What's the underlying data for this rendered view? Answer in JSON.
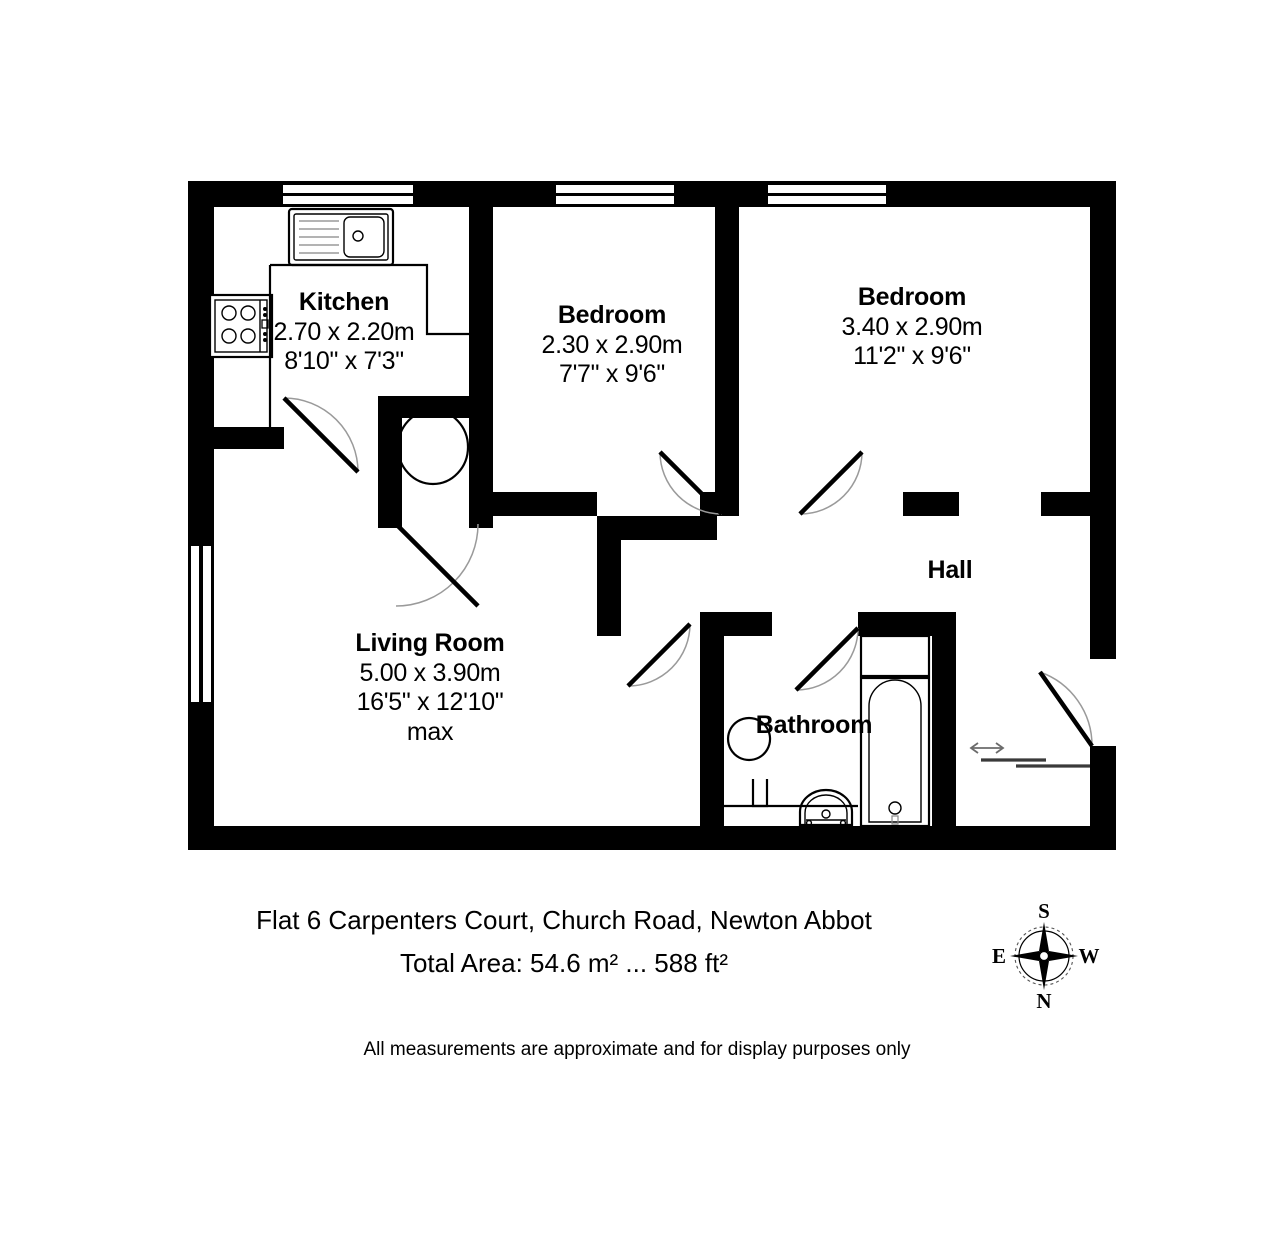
{
  "document": {
    "type": "floor-plan",
    "background_color": "#ffffff",
    "wall_color": "#000000"
  },
  "rooms": [
    {
      "id": "kitchen",
      "name": "Kitchen",
      "dim_metric": "2.70 x 2.20m",
      "dim_imperial": "8'10\" x 7'3\"",
      "note": ""
    },
    {
      "id": "bedroom-small",
      "name": "Bedroom",
      "dim_metric": "2.30 x 2.90m",
      "dim_imperial": "7'7\" x 9'6\"",
      "note": ""
    },
    {
      "id": "bedroom-large",
      "name": "Bedroom",
      "dim_metric": "3.40 x 2.90m",
      "dim_imperial": "11'2\" x 9'6\"",
      "note": ""
    },
    {
      "id": "living-room",
      "name": "Living Room",
      "dim_metric": "5.00 x 3.90m",
      "dim_imperial": "16'5\" x 12'10\"",
      "note": "max"
    },
    {
      "id": "hall",
      "name": "Hall",
      "dim_metric": "",
      "dim_imperial": "",
      "note": ""
    },
    {
      "id": "bathroom",
      "name": "Bathroom",
      "dim_metric": "",
      "dim_imperial": "",
      "note": ""
    }
  ],
  "fixtures": [
    {
      "id": "kitchen-sink",
      "icon": "sink-icon"
    },
    {
      "id": "kitchen-hob",
      "icon": "hob-icon"
    },
    {
      "id": "kitchen-counter",
      "icon": "counter-icon"
    },
    {
      "id": "airing-cupboard-cylinder",
      "icon": "cylinder-icon"
    },
    {
      "id": "bathroom-toilet",
      "icon": "toilet-icon"
    },
    {
      "id": "bathroom-washbasin",
      "icon": "washbasin-icon"
    },
    {
      "id": "bathroom-bath",
      "icon": "bathtub-icon"
    },
    {
      "id": "hall-sliding-door",
      "icon": "sliding-door-icon"
    }
  ],
  "openings": {
    "windows": [
      {
        "id": "window-kitchen",
        "orientation": "horizontal"
      },
      {
        "id": "window-bedroom-small",
        "orientation": "horizontal"
      },
      {
        "id": "window-bedroom-large",
        "orientation": "horizontal"
      },
      {
        "id": "window-living-room",
        "orientation": "vertical"
      }
    ],
    "doors": [
      {
        "id": "door-kitchen"
      },
      {
        "id": "door-cupboard"
      },
      {
        "id": "door-bedroom-small"
      },
      {
        "id": "door-bedroom-large"
      },
      {
        "id": "door-living-room"
      },
      {
        "id": "door-bathroom"
      },
      {
        "id": "door-entrance"
      }
    ]
  },
  "footer": {
    "title": "Flat 6 Carpenters Court, Church Road, Newton Abbot",
    "total_area": "Total Area: 54.6 m² ... 588 ft²",
    "disclaimer": "All measurements are approximate and for display purposes only"
  },
  "compass": {
    "top": "S",
    "bottom": "N",
    "left": "E",
    "right": "W"
  }
}
